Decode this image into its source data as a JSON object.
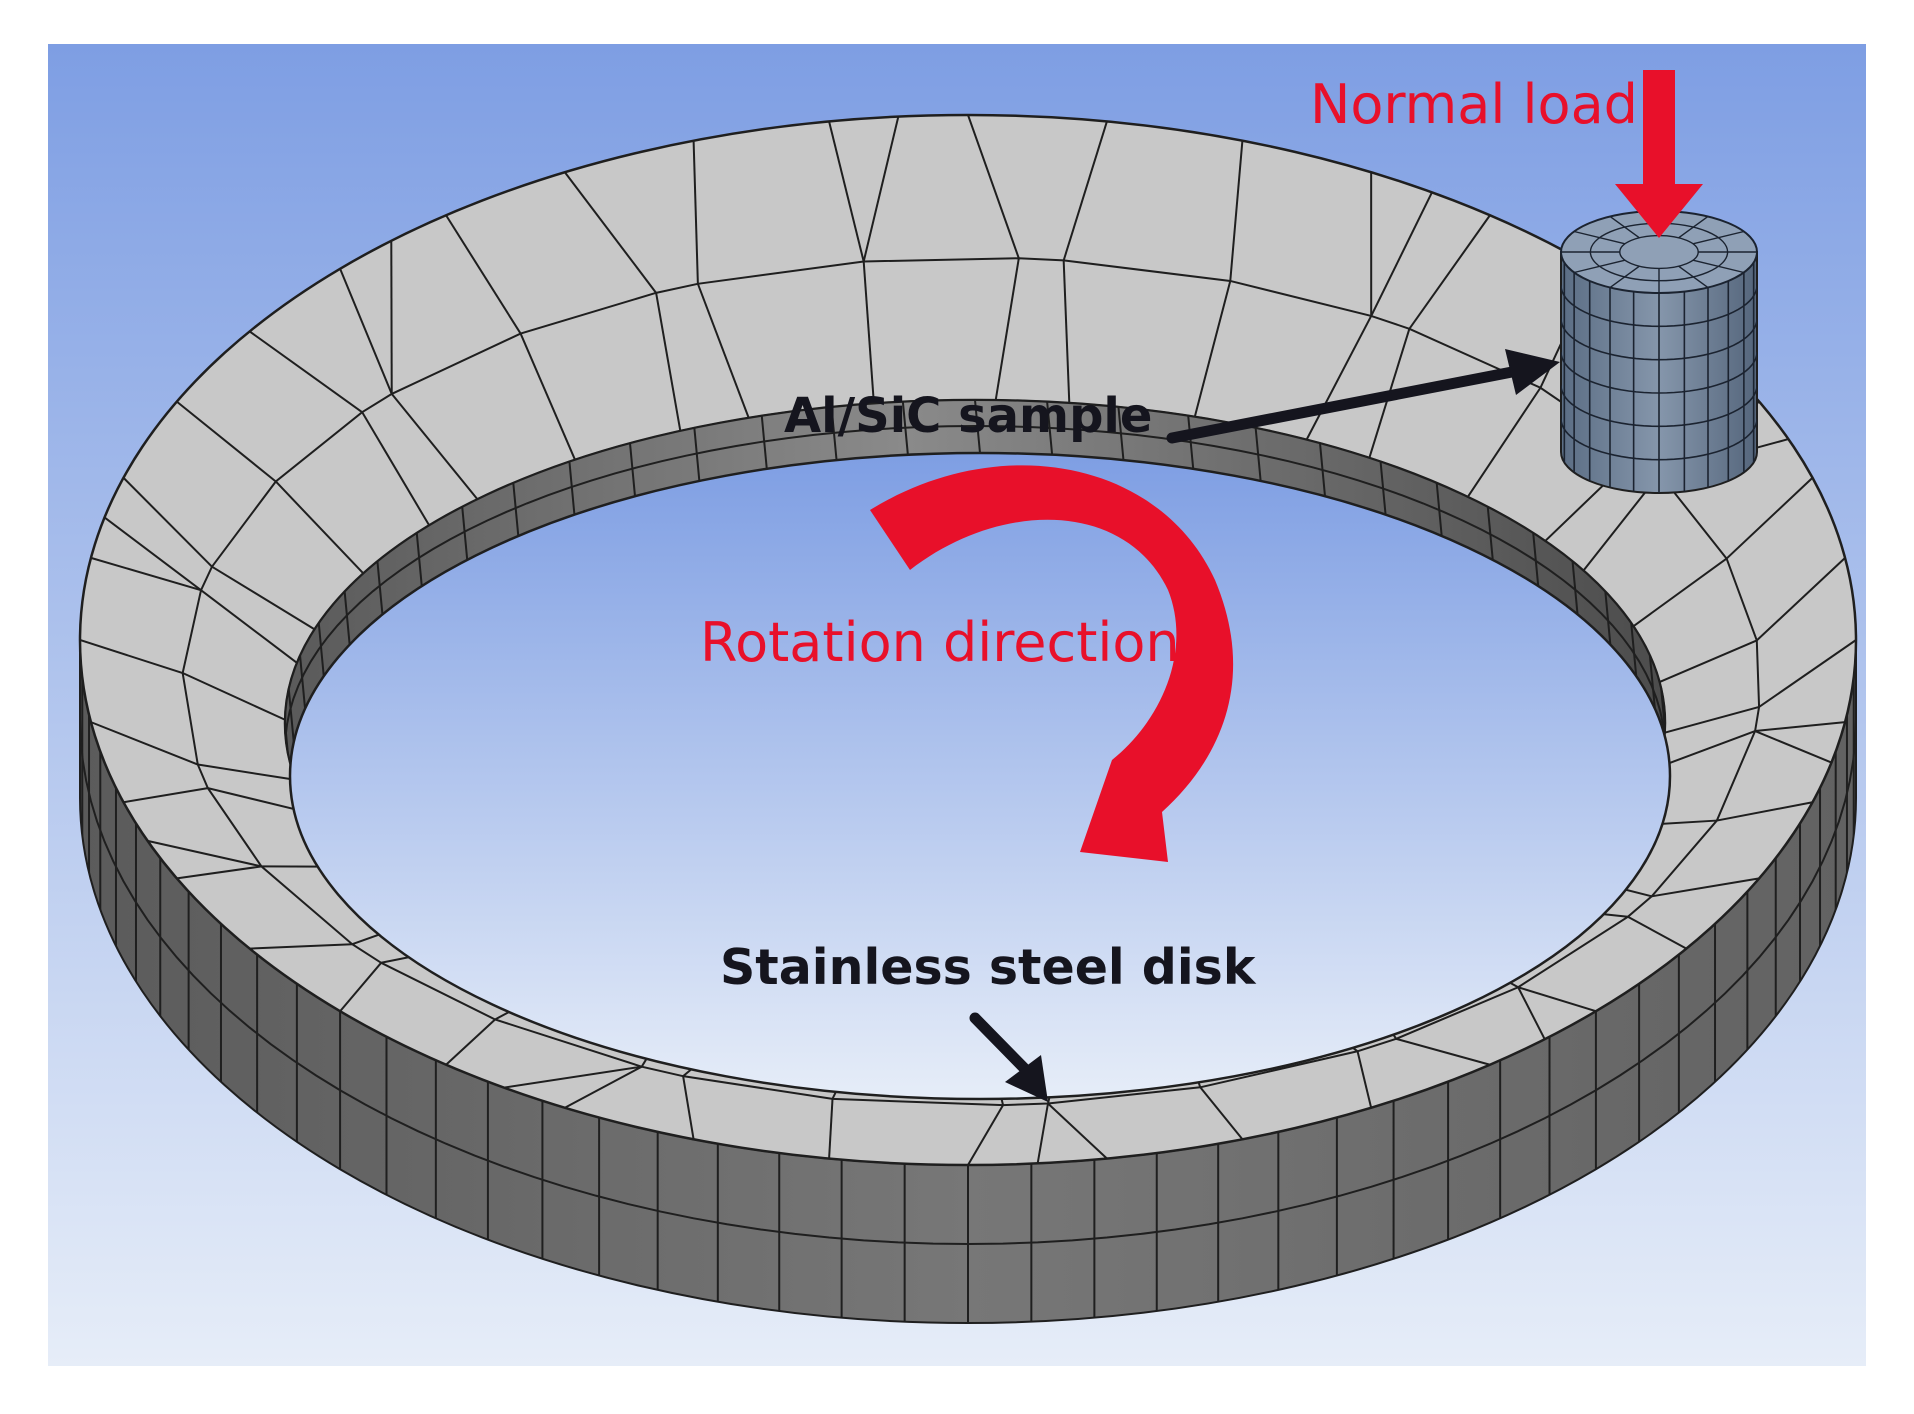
{
  "labels": {
    "normal_load": "Normal load",
    "sample": "Al/SiC sample",
    "rotation": "Rotation direction",
    "disk": "Stainless steel disk"
  },
  "colors": {
    "background_top": "#7e9ee3",
    "background_bottom": "#e6edf8",
    "disk_top": "#c8c8c8",
    "disk_side": "#6e6e6e",
    "mesh_line": "#1f1f1f",
    "sample": "#6f8299",
    "annotation_red": "#e8102a",
    "annotation_black": "#15151e"
  }
}
